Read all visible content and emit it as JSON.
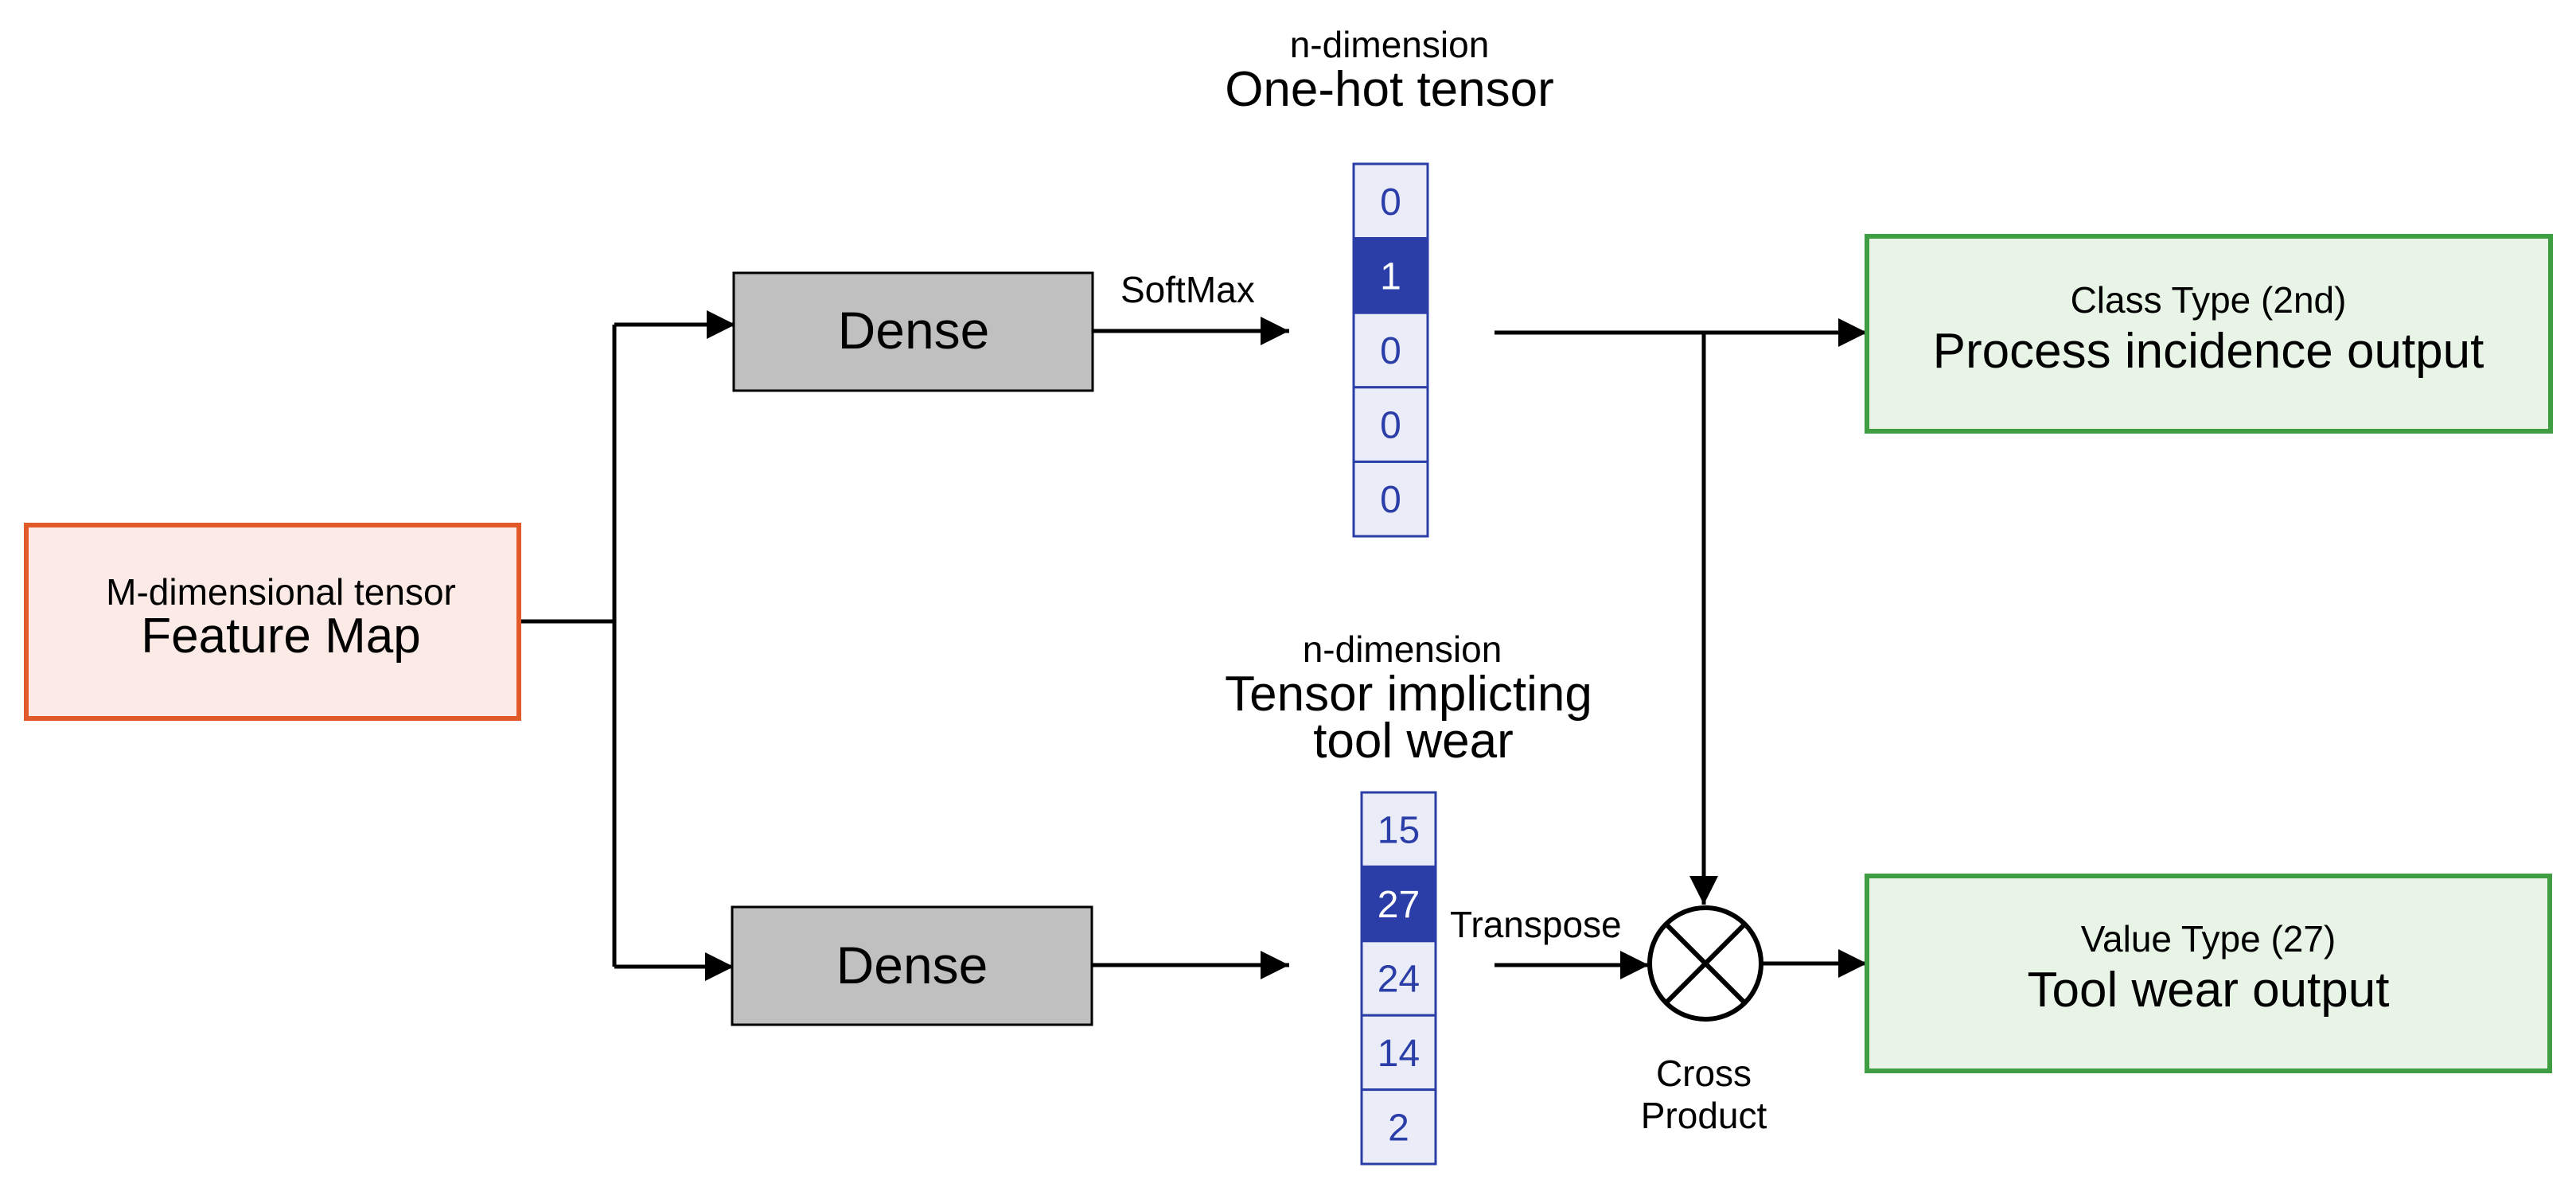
{
  "feature_map": {
    "subtitle": "M-dimensional tensor",
    "title": "Feature Map",
    "fill": "#fbeae5",
    "stroke": "#e2592a"
  },
  "dense_top": {
    "label": "Dense",
    "fill": "#c0c0c0"
  },
  "dense_bottom": {
    "label": "Dense",
    "fill": "#c0c0c0"
  },
  "softmax_label": "SoftMax",
  "transpose_label": "Transpose",
  "one_hot": {
    "caption_small": "n-dimension",
    "caption_large": "One-hot tensor",
    "cells": [
      "0",
      "1",
      "0",
      "0",
      "0"
    ],
    "highlight_index": 1
  },
  "wear_tensor": {
    "caption_small": "n-dimension",
    "caption_line1": "Tensor implicting",
    "caption_line2": "tool wear",
    "cells": [
      "15",
      "27",
      "24",
      "14",
      "2"
    ],
    "highlight_index": 1
  },
  "cross_product": {
    "line1": "Cross",
    "line2": "Product"
  },
  "class_output": {
    "subtitle": "Class Type (2nd)",
    "title": "Process incidence output"
  },
  "value_output": {
    "subtitle": "Value Type (27)",
    "title": "Tool wear output"
  },
  "colors": {
    "cell_border": "#2b3ea8",
    "cell_fill": "#eaedf8",
    "cell_text": "#2b3ea8",
    "cell_highlight": "#2b3ea8",
    "cell_highlight_text": "#ffffff",
    "output_fill": "#e7f4e6",
    "output_stroke": "#3f9e42",
    "line": "#000000"
  }
}
